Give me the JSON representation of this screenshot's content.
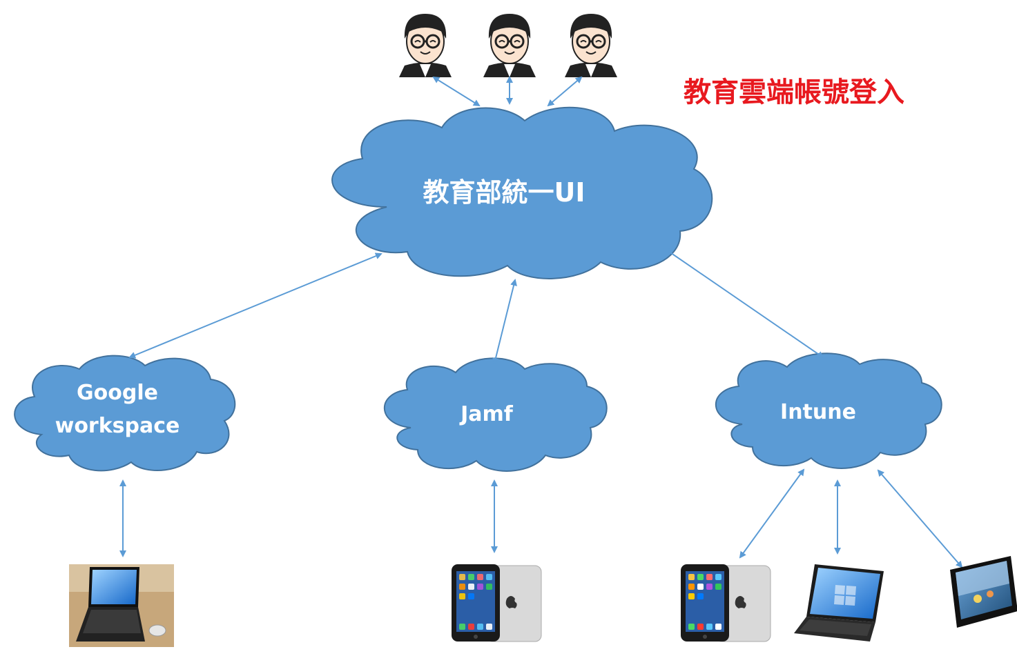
{
  "title": "教育雲端帳號登入",
  "central_cloud": {
    "label": "教育部統一UI"
  },
  "clouds": [
    {
      "id": "google",
      "lines": [
        "Google",
        "workspace"
      ]
    },
    {
      "id": "jamf",
      "lines": [
        "Jamf"
      ]
    },
    {
      "id": "intune",
      "lines": [
        "Intune"
      ]
    }
  ],
  "users": [
    {
      "icon": "user-avatar-icon"
    },
    {
      "icon": "user-avatar-icon"
    },
    {
      "icon": "user-avatar-icon"
    }
  ],
  "devices": [
    {
      "icon": "windows-tablet-laptop-icon",
      "kind": "windows-tablet"
    },
    {
      "icon": "ipad-icon",
      "kind": "ipad"
    },
    {
      "icon": "ipad-icon",
      "kind": "ipad"
    },
    {
      "icon": "windows-laptop-icon",
      "kind": "laptop"
    },
    {
      "icon": "android-tablet-icon",
      "kind": "android-tablet"
    }
  ],
  "colors": {
    "cloud_fill": "#5b9bd5",
    "cloud_stroke": "#41719c",
    "arrow": "#5b9bd5",
    "title": "#e8191f"
  }
}
